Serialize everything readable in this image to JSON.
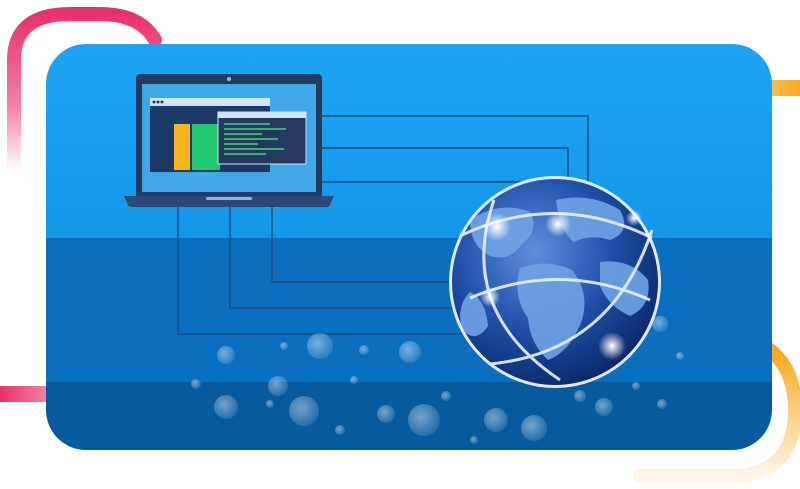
{
  "illustration": {
    "icons": [
      "laptop-icon",
      "globe-icon",
      "network-lines",
      "decorative-arcs",
      "bubbles"
    ],
    "colors": {
      "card_top": "#1aa0f2",
      "card_mid": "#0b6fbf",
      "card_bottom": "#085a9e",
      "laptop_frame": "#243a5e",
      "laptop_screen": "#41a8e8",
      "accent_pink": "#e8326b",
      "accent_orange": "#f7a81c",
      "bar_yellow": "#f7b51c",
      "bar_green": "#22c873",
      "code_green": "#4bd37c",
      "globe_dark": "#0b2f7a",
      "globe_light": "#6fa4e6"
    }
  }
}
